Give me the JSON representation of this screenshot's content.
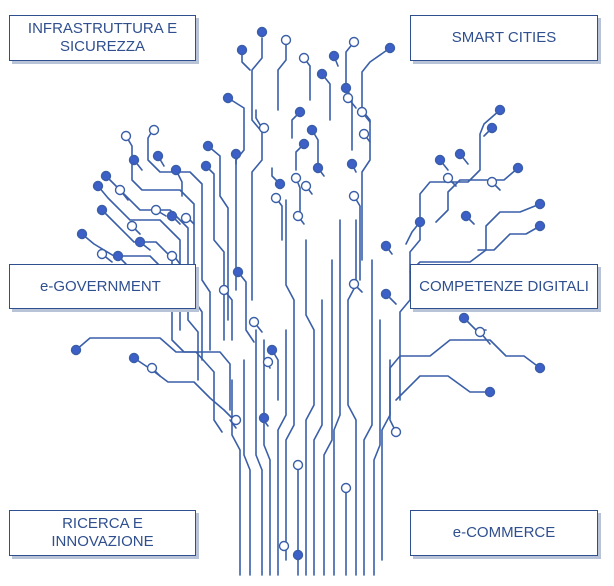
{
  "labels": {
    "infra_line1": "INFRASTRUTTURA E",
    "infra_line2": "SICUREZZA",
    "smart": "SMART CITIES",
    "egov": "e-GOVERNMENT",
    "competenze": "COMPETENZE DIGITALI",
    "ricerca_line1": "RICERCA E",
    "ricerca_line2": "INNOVAZIONE",
    "ecommerce": "e-COMMERCE"
  },
  "colors": {
    "trace": "#3a5fa8",
    "node_fill": "#3c5fc8",
    "box_border": "#2f4f8f",
    "text": "#2f4f8f",
    "shadow": "#b9c3d8"
  }
}
